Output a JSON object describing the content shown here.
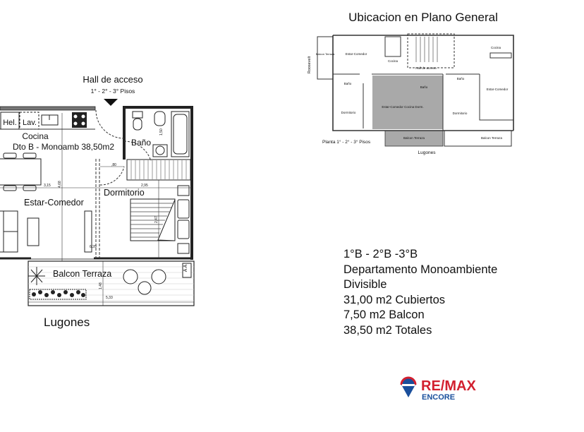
{
  "site_plan": {
    "title": "Ubicacion en Plano General",
    "labels": {
      "street_side": "Roosevelt",
      "balcon_left": "Balcon Terraza",
      "estar_left": "Estar-Comedor",
      "cocina_left": "Cocina",
      "hall": "Hall de acceso",
      "cocina_right": "Cocina",
      "bano_left": "Baño",
      "bano_mid": "Baño",
      "bano_right": "Baño",
      "estar_right": "Estar-Comedor",
      "dorm_left": "Dormitorio",
      "unit_b": "Estar-Comedor Cocina Dorm.",
      "dorm_right": "Dormitorio",
      "balcon_mid": "Balcon Terraza",
      "balcon_right": "Balcon Terraza",
      "floors": "Planta 1° - 2° - 3° Pisos",
      "street_bottom": "Lugones"
    },
    "highlight_color": "#a9a9a9"
  },
  "unit_plan": {
    "hall_title": "Hall de acceso",
    "hall_floors": "1° - 2° - 3° Pisos",
    "heladera": "Hel.",
    "lavarropas": "Lav.",
    "cocina": "Cocina",
    "unit_name": "Dto B - Monoamb 38,50m2",
    "bano": "Baño",
    "dormitorio": "Dormitorio",
    "estar": "Estar-Comedor",
    "balcon": "Balcon Terraza",
    "aa": "A A",
    "street": "Lugones",
    "dims": {
      "d315": "3,15",
      "d468": "4,68",
      "d295": "2,95",
      "d247": "2,47",
      "d620": "6,20",
      "d080": ",80",
      "d150": "1,50",
      "d148": "1,48",
      "d533": "5,33"
    }
  },
  "specs": {
    "units": "1°B - 2°B -3°B",
    "type": "Departamento Monoambiente",
    "note": "Divisible",
    "covered": "31,00 m2 Cubiertos",
    "balcony": "7,50 m2 Balcon",
    "total": "38,50 m2 Totales"
  },
  "logo": {
    "brand": "RE/MAX",
    "office": "ENCORE",
    "brand_color": "#d2202f",
    "office_color": "#1a4f9c"
  }
}
